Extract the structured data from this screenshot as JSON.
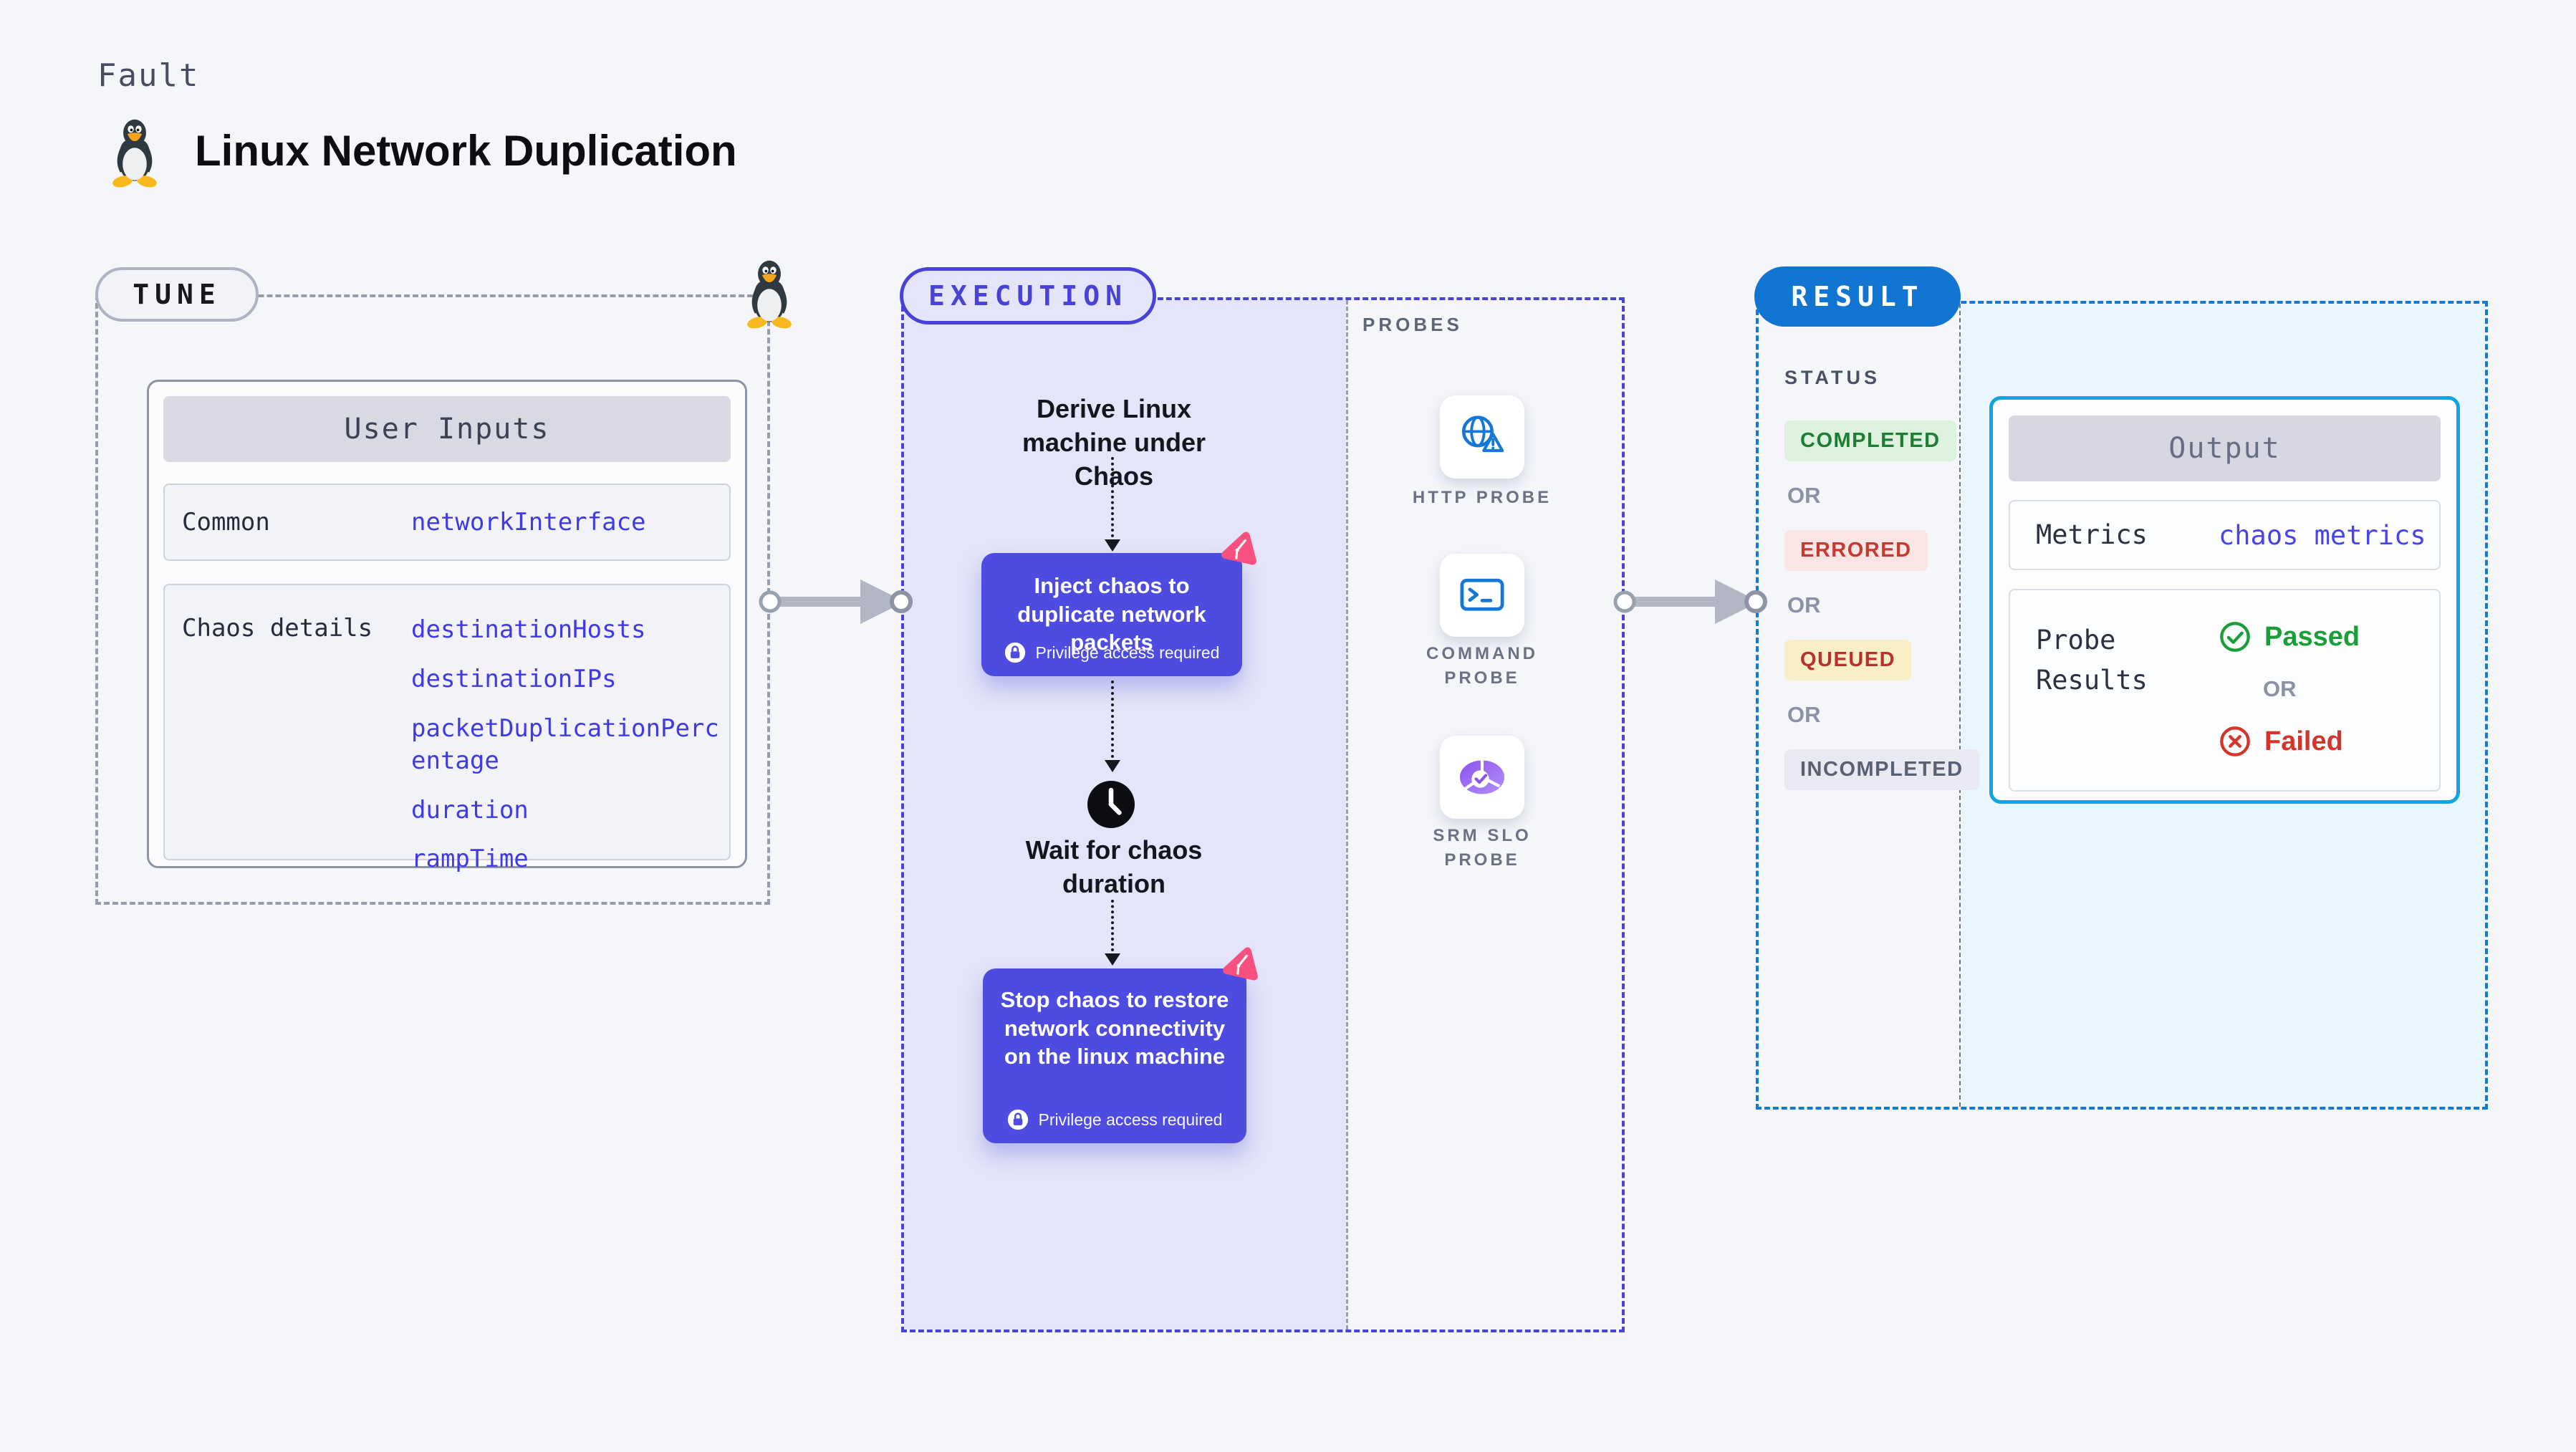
{
  "header": {
    "fault_label": "Fault",
    "title": "Linux Network Duplication"
  },
  "tune": {
    "badge": "TUNE",
    "user_inputs": {
      "header": "User Inputs",
      "rows": [
        {
          "key": "Common",
          "values": [
            "networkInterface"
          ]
        },
        {
          "key": "Chaos details",
          "values": [
            "destinationHosts",
            "destinationIPs",
            "packetDuplicationPercentage",
            "duration",
            "rampTime"
          ]
        }
      ]
    }
  },
  "execution": {
    "badge": "EXECUTION",
    "step1_label": "Derive Linux machine under Chaos",
    "card1_label": "Inject chaos to duplicate network packets",
    "privilege_label": "Privilege access required",
    "step2_label": "Wait for chaos duration",
    "card2_label": "Stop chaos to restore network connectivity on the linux machine"
  },
  "probes": {
    "label": "PROBES",
    "items": [
      {
        "label": "HTTP PROBE",
        "icon": "globe-alert-icon"
      },
      {
        "label": "COMMAND PROBE",
        "icon": "terminal-icon"
      },
      {
        "label": "SRM SLO PROBE",
        "icon": "slo-pie-icon"
      }
    ]
  },
  "result": {
    "badge": "RESULT",
    "status_label": "STATUS",
    "or_label": "OR",
    "statuses": [
      "COMPLETED",
      "ERRORED",
      "QUEUED",
      "INCOMPLETED"
    ],
    "output": {
      "header": "Output",
      "metrics_key": "Metrics",
      "metrics_value": "chaos metrics",
      "probe_key": "Probe Results",
      "passed_label": "Passed",
      "or_label": "OR",
      "failed_label": "Failed"
    }
  },
  "colors": {
    "page_bg": "#f5f6fa",
    "accent_indigo": "#4843d6",
    "step_card_indigo": "#4e4be0",
    "accent_blue_pill": "#1175d1",
    "result_dash_blue": "#1478d6",
    "output_border_cyan": "#12a3e2",
    "cyan_panel_bg": "#e9f6fd",
    "lavender_panel_bg": "#e4e5f8",
    "chaos_badge_pink": "#f8517f",
    "value_blue": "#3f3ae4",
    "status_completed": "#1d7d32",
    "status_errored": "#c43a31",
    "status_queued": "#b7322c",
    "status_incompleted": "#5a6173",
    "passed_green": "#1b9e38",
    "failed_red": "#d4352a",
    "probe_icon_blue": "#1677d9",
    "slo_icon_purple": "#8d53ee"
  }
}
